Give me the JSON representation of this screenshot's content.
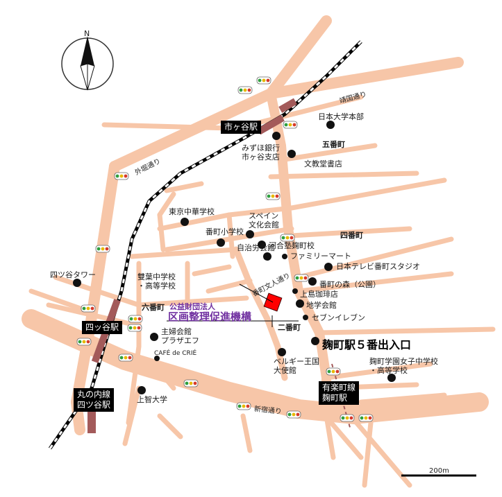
{
  "colors": {
    "road": "#f7c6a8",
    "dot": "#111111",
    "station_box": "#000000",
    "rail_station": "#a35a5a",
    "target": "#ff0000",
    "org_purple": "#7030a0"
  },
  "compass": {
    "letter": "N",
    "icon": "north-arrow-icon"
  },
  "stations": {
    "ichigaya": "市ヶ谷駅",
    "yotsuya": "四ッ谷駅",
    "marunouchi": "丸の内線\n四ツ谷駅",
    "yurakucho": "有楽町線\n麹町駅"
  },
  "roads": {
    "yasukuni": "靖国通り",
    "sotobori": "外堀通り",
    "shinjuku": "新宿通り",
    "bancho_bunjin": "番町文人通り"
  },
  "districts": {
    "goban": "五番町",
    "yonban": "四番町",
    "rokuban": "六番町",
    "niban": "二番町"
  },
  "landmarks": {
    "nihon_univ": "日本大学本部",
    "mizuho": "みずほ銀行\n市ヶ谷支店",
    "bunkyodo": "文教堂書店",
    "tokyo_chuka": "東京中華学校",
    "spain": "スペイン\n文化会館",
    "bancho_elem": "番町小学校",
    "jichiro": "自治労会館",
    "kawai": "河合塾麹町校",
    "familymart": "ファミリーマート",
    "ntv": "日本テレビ番町スタジオ",
    "yotsuya_tower": "四ツ谷タワー",
    "futaba": "雙葉中学校\n・高等学校",
    "bancho_mori": "番町の森（公園）",
    "ueshima": "上島珈琲店",
    "chigaku": "地学会館",
    "seven": "セブンイレブン",
    "shufu": "主婦会館\nプラザエフ",
    "cafe": "CAFÉ de CRIÉ",
    "belgium": "ベルギー王国\n大使館",
    "kojimachi_gakuen": "麹町学園女子中学校\n・高等学校",
    "sophia": "上智大学"
  },
  "organization": {
    "type": "公益財団法人",
    "name": "区画整理促進機構"
  },
  "exit_label": "麹町駅５番出入口",
  "scale": {
    "label": "200m"
  }
}
